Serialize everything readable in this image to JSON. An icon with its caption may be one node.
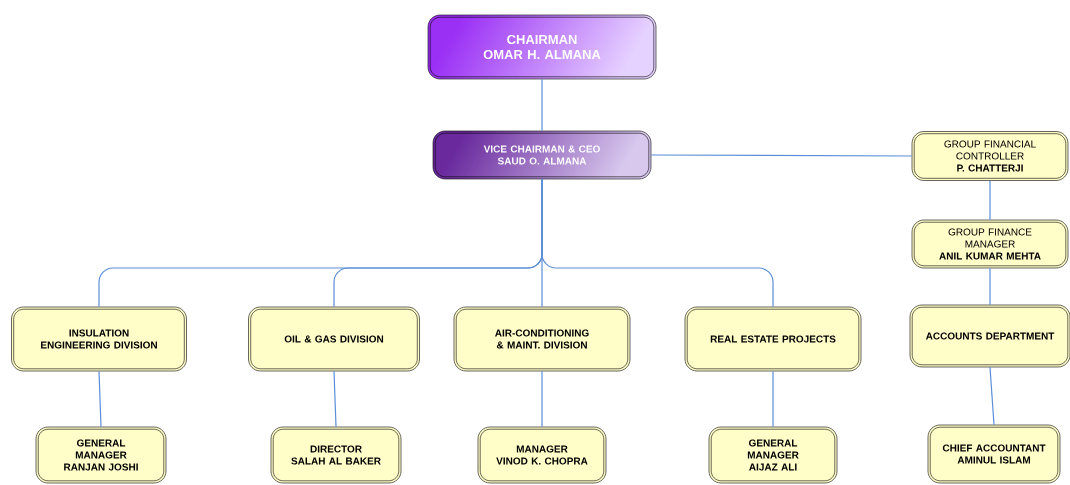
{
  "diagram": {
    "nodes": [
      {
        "text": [
          "CHAIRMAN",
          "OMAR H. ALMANA"
        ]
      },
      {
        "text": [
          "VICE CHAIRMAN & CEO",
          "SAUD O. ALMANA"
        ]
      },
      {
        "text": [
          "INSULATION ENGINEERING DIVISION"
        ]
      },
      {
        "text": [
          "OIL & GAS DIVISION"
        ]
      },
      {
        "text": [
          "AIR-CONDITIONING & MAINT. DIVISION"
        ]
      },
      {
        "text": [
          "REAL ESTATE PROJECTS"
        ]
      },
      {
        "text": [
          "GROUP FINANCIAL CONTROLLER",
          "P. CHATTERJI"
        ]
      },
      {
        "text": [
          "GROUP FINANCE MANAGER",
          "ANIL KUMAR MEHTA"
        ]
      },
      {
        "text": [
          "ACCOUNTS DEPARTMENT"
        ]
      },
      {
        "text": [
          "GENERAL MANAGER",
          "RANJAN JOSHI"
        ]
      },
      {
        "text": [
          "DIRECTOR",
          "SALAH AL BAKER"
        ]
      },
      {
        "text": [
          "MANAGER",
          "VINOD K. CHOPRA"
        ]
      },
      {
        "text": [
          "GENERAL MANAGER",
          "AIJAZ ALI"
        ]
      },
      {
        "text": [
          "CHIEF ACCOUNTANT",
          "AMINUL ISLAM"
        ]
      }
    ],
    "edges": [
      {
        "from": 0,
        "to": 1,
        "arrow": "none"
      },
      {
        "from": 1,
        "to": 2,
        "arrow": "none"
      },
      {
        "from": 1,
        "to": 3,
        "arrow": "none"
      },
      {
        "from": 1,
        "to": 4,
        "arrow": "none"
      },
      {
        "from": 1,
        "to": 5,
        "arrow": "none"
      },
      {
        "from": 1,
        "to": 6,
        "arrow": "none"
      },
      {
        "from": 6,
        "to": 7,
        "arrow": "none"
      },
      {
        "from": 7,
        "to": 8,
        "arrow": "none"
      },
      {
        "from": 2,
        "to": 9,
        "arrow": "none"
      },
      {
        "from": 3,
        "to": 10,
        "arrow": "none"
      },
      {
        "from": 4,
        "to": 11,
        "arrow": "none"
      },
      {
        "from": 5,
        "to": 12,
        "arrow": "none"
      },
      {
        "from": 8,
        "to": 13,
        "arrow": "none"
      }
    ]
  }
}
